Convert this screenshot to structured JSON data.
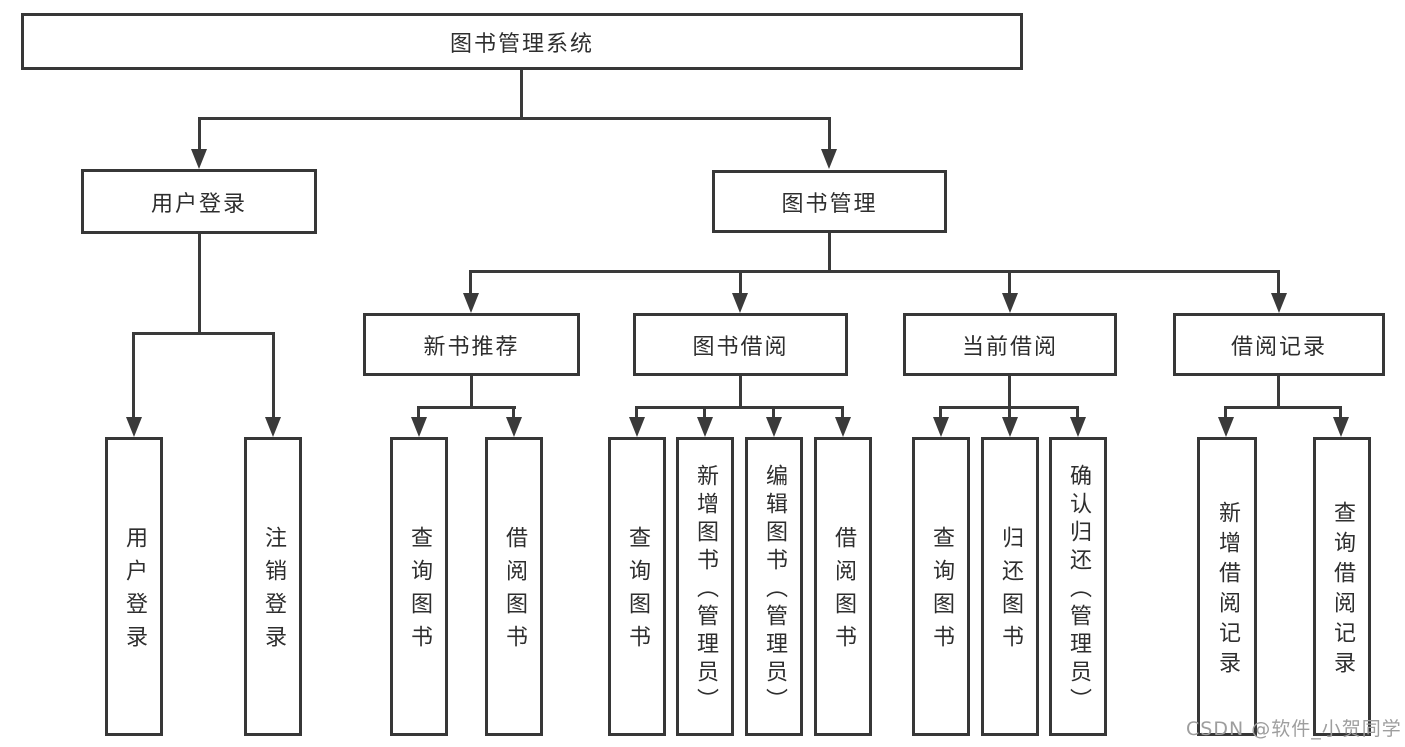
{
  "diagram": {
    "root": {
      "label": "图书管理系统"
    },
    "level2": [
      {
        "id": "user-login",
        "label": "用户登录"
      },
      {
        "id": "book-management",
        "label": "图书管理"
      }
    ],
    "level3": [
      {
        "id": "new-book-recommend",
        "label": "新书推荐",
        "parent": "图书管理"
      },
      {
        "id": "book-borrow",
        "label": "图书借阅",
        "parent": "图书管理"
      },
      {
        "id": "current-borrow",
        "label": "当前借阅",
        "parent": "图书管理"
      },
      {
        "id": "borrow-record",
        "label": "借阅记录",
        "parent": "图书管理"
      }
    ],
    "leaves": [
      {
        "label": "用户登录",
        "parent": "用户登录"
      },
      {
        "label": "注销登录",
        "parent": "用户登录"
      },
      {
        "label": "查询图书",
        "parent": "新书推荐"
      },
      {
        "label": "借阅图书",
        "parent": "新书推荐"
      },
      {
        "label": "查询图书",
        "parent": "图书借阅"
      },
      {
        "label": "新增图书（管理员）",
        "parent": "图书借阅"
      },
      {
        "label": "编辑图书（管理员）",
        "parent": "图书借阅"
      },
      {
        "label": "借阅图书",
        "parent": "图书借阅"
      },
      {
        "label": "查询图书",
        "parent": "当前借阅"
      },
      {
        "label": "归还图书",
        "parent": "当前借阅"
      },
      {
        "label": "确认归还（管理员）",
        "parent": "当前借阅"
      },
      {
        "label": "新增借阅记录",
        "parent": "借阅记录"
      },
      {
        "label": "查询借阅记录",
        "parent": "借阅记录"
      }
    ],
    "watermark": "CSDN @软件_小贺同学",
    "colors": {
      "line": "#3a3a3a",
      "border": "#373737",
      "text": "#2e2e2e",
      "watermark": "#9e9e9e",
      "background": "#ffffff"
    }
  }
}
